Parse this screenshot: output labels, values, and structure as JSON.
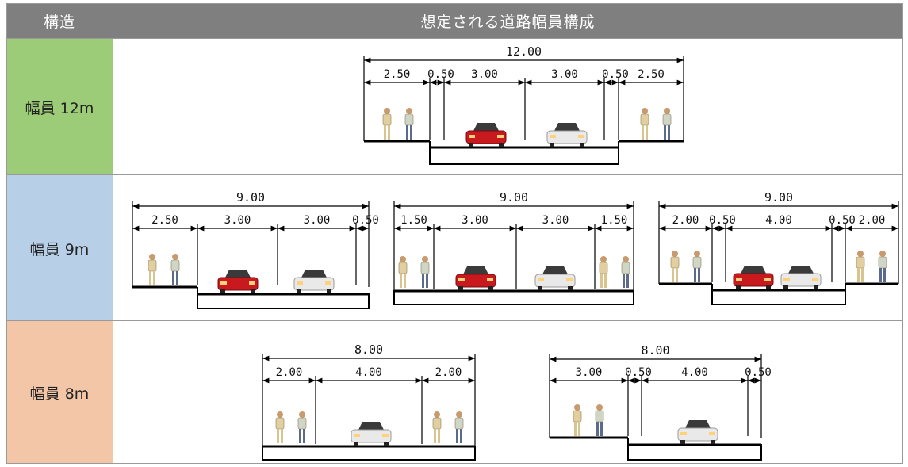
{
  "header": {
    "structure_label": "構造",
    "title": "想定される道路幅員構成"
  },
  "colors": {
    "header_bg": "#7f7f7f",
    "row12_bg": "#9ccc78",
    "row9_bg": "#b7cfe7",
    "row8_bg": "#f4c6a8",
    "car_red": "#c8191f",
    "car_white": "#e9e9e9"
  },
  "rows": [
    {
      "label": "幅員 12m",
      "sections": [
        {
          "total": "12.00",
          "segments": [
            "2.50",
            "0.50",
            "3.00",
            "3.00",
            "0.50",
            "2.50"
          ]
        }
      ]
    },
    {
      "label": "幅員 9m",
      "sections": [
        {
          "total": "9.00",
          "segments": [
            "2.50",
            "3.00",
            "3.00",
            "0.50"
          ]
        },
        {
          "total": "9.00",
          "segments": [
            "1.50",
            "3.00",
            "3.00",
            "1.50"
          ]
        },
        {
          "total": "9.00",
          "segments": [
            "2.00",
            "0.50",
            "4.00",
            "0.50",
            "2.00"
          ]
        }
      ]
    },
    {
      "label": "幅員 8m",
      "sections": [
        {
          "total": "8.00",
          "segments": [
            "2.00",
            "4.00",
            "2.00"
          ]
        },
        {
          "total": "8.00",
          "segments": [
            "3.00",
            "0.50",
            "4.00",
            "0.50"
          ]
        }
      ]
    }
  ]
}
